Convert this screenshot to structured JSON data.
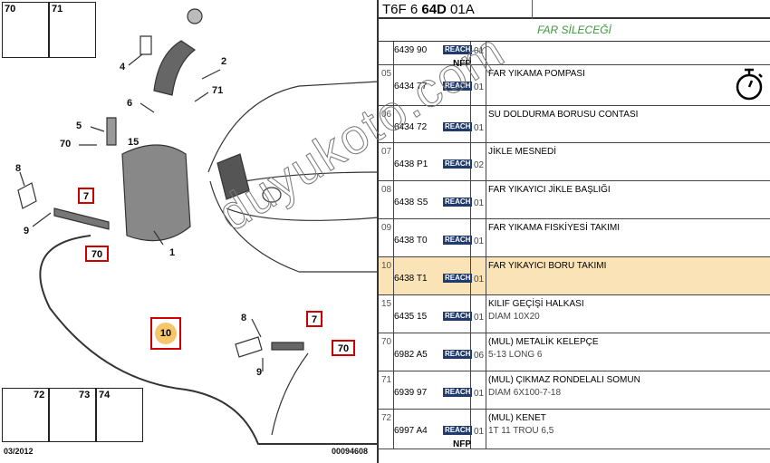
{
  "diagram": {
    "top_cells": [
      "70",
      "71"
    ],
    "bottom_cells": [
      "72",
      "73",
      "74"
    ],
    "callouts": [
      "1",
      "2",
      "4",
      "5",
      "6",
      "15",
      "70",
      "71",
      "8",
      "9"
    ],
    "boxed_callouts": [
      "7",
      "70",
      "7",
      "70"
    ],
    "highlighted_callout": "10",
    "lower_callouts": [
      "8",
      "9"
    ],
    "date": "03/2012",
    "sheet_no": "00094608"
  },
  "header": {
    "code_prefix": "T6F 6 ",
    "code_bold": "64D",
    "code_suffix": " 01A"
  },
  "section_title": "FAR SİLECEĞİ",
  "watermark": "duyukoto.com",
  "rows": [
    {
      "num": "",
      "ref": "6439 90",
      "reach": "REACH",
      "qty": "01",
      "nfp": "NFP",
      "desc": "",
      "sub": ""
    },
    {
      "num": "05",
      "ref": "6434 77",
      "reach": "REACH",
      "qty": "01",
      "nfp": "",
      "desc": "FAR YIKAMA POMPASI",
      "sub": "",
      "icon": "stopwatch-icon"
    },
    {
      "num": "06",
      "ref": "6434 72",
      "reach": "REACH",
      "qty": "01",
      "nfp": "",
      "desc": "SU DOLDURMA BORUSU CONTASI",
      "sub": ""
    },
    {
      "num": "07",
      "ref": "6438 P1",
      "reach": "REACH",
      "qty": "02",
      "nfp": "",
      "desc": "JİKLE MESNEDİ",
      "sub": ""
    },
    {
      "num": "08",
      "ref": "6438 S5",
      "reach": "REACH",
      "qty": "01",
      "nfp": "",
      "desc": "FAR YIKAYICI JİKLE BAŞLIĞI",
      "sub": ""
    },
    {
      "num": "09",
      "ref": "6438 T0",
      "reach": "REACH",
      "qty": "01",
      "nfp": "",
      "desc": "FAR YIKAMA FISKİYESİ TAKIMI",
      "sub": ""
    },
    {
      "num": "10",
      "ref": "6438 T1",
      "reach": "REACH",
      "qty": "01",
      "nfp": "",
      "desc": "FAR YIKAYICI BORU TAKIMI",
      "sub": "",
      "selected": true
    },
    {
      "num": "15",
      "ref": "6435 15",
      "reach": "REACH",
      "qty": "01",
      "nfp": "",
      "desc": "KILIF GEÇİŞİ HALKASI",
      "sub": "DIAM 10X20"
    },
    {
      "num": "70",
      "ref": "6982 A5",
      "reach": "REACH",
      "qty": "06",
      "nfp": "",
      "desc": "(MUL) METALİK KELEPÇE",
      "sub": "5-13 LONG 6"
    },
    {
      "num": "71",
      "ref": "6939 97",
      "reach": "REACH",
      "qty": "01",
      "nfp": "",
      "desc": "(MUL) ÇIKMAZ RONDELALI SOMUN",
      "sub": "DIAM 6X100-7-18"
    },
    {
      "num": "72",
      "ref": "6997 A4",
      "reach": "REACH",
      "qty": "01",
      "nfp": "NFP",
      "desc": "(MUL) KENET",
      "sub": "1T 11 TROU 6,5"
    }
  ]
}
